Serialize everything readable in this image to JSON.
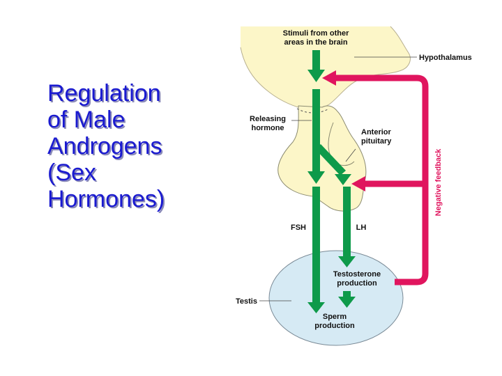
{
  "title": {
    "lines": [
      "Regulation",
      "of Male",
      "Androgens",
      "(Sex",
      "Hormones)"
    ],
    "color": "#1a1ad0"
  },
  "diagram": {
    "labels": {
      "stimuli_line1": "Stimuli from other",
      "stimuli_line2": "areas in the brain",
      "hypothalamus": "Hypothalamus",
      "releasing_line1": "Releasing",
      "releasing_line2": "hormone",
      "anterior_line1": "Anterior",
      "anterior_line2": "pituitary",
      "negative_feedback": "Negative feedback",
      "fsh": "FSH",
      "lh": "LH",
      "testosterone_line1": "Testosterone",
      "testosterone_line2": "production",
      "testis": "Testis",
      "sperm_line1": "Sperm",
      "sperm_line2": "production"
    },
    "colors": {
      "brain": "#fcf6c8",
      "pituitary": "#fcf6c8",
      "testis": "#d6eaf4",
      "pathway_arrow": "#0e9a4a",
      "feedback_arrow": "#e0155e",
      "outline": "#777777"
    }
  }
}
